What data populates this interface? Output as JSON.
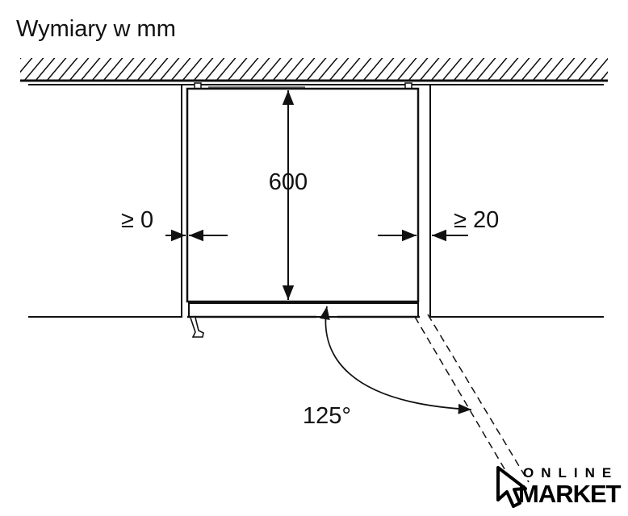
{
  "title": "Wymiary w mm",
  "dimensions": {
    "depth": "600",
    "left_gap": "≥ 0",
    "right_gap": "≥ 20",
    "door_angle": "125°"
  },
  "logo": {
    "line1": "ONLINE",
    "line2": "MARKET"
  }
}
